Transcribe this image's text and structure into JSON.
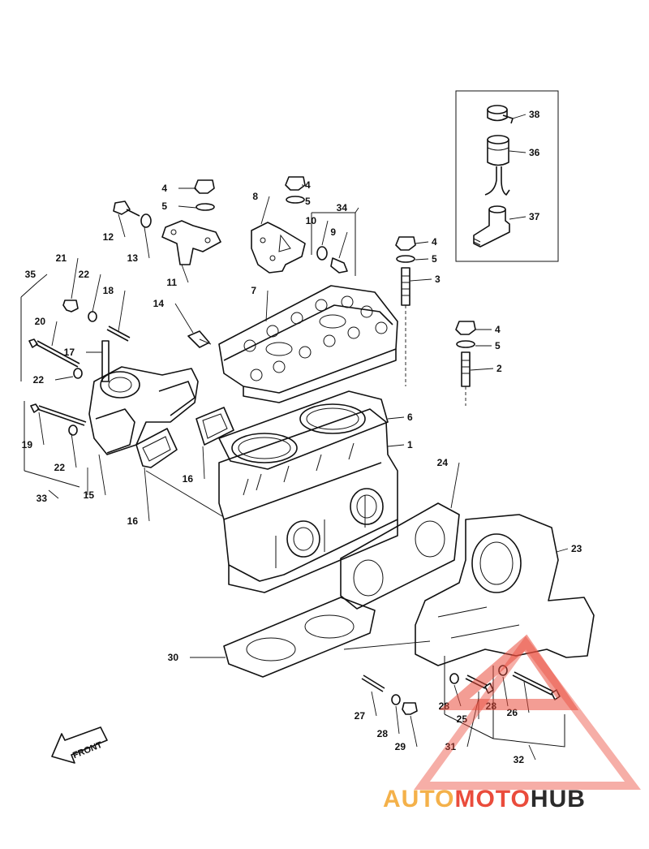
{
  "diagram": {
    "front_label": "FRONT",
    "callouts": [
      {
        "id": "c38",
        "text": "38"
      },
      {
        "id": "c36",
        "text": "36"
      },
      {
        "id": "c37",
        "text": "37"
      },
      {
        "id": "c4a",
        "text": "4"
      },
      {
        "id": "c5a",
        "text": "5"
      },
      {
        "id": "c4b",
        "text": "4"
      },
      {
        "id": "c5b",
        "text": "5"
      },
      {
        "id": "c8",
        "text": "8"
      },
      {
        "id": "c34",
        "text": "34"
      },
      {
        "id": "c10",
        "text": "10"
      },
      {
        "id": "c9",
        "text": "9"
      },
      {
        "id": "c12",
        "text": "12"
      },
      {
        "id": "c13",
        "text": "13"
      },
      {
        "id": "c11",
        "text": "11"
      },
      {
        "id": "c4c",
        "text": "4"
      },
      {
        "id": "c5c",
        "text": "5"
      },
      {
        "id": "c3",
        "text": "3"
      },
      {
        "id": "c7",
        "text": "7"
      },
      {
        "id": "c21",
        "text": "21"
      },
      {
        "id": "c22a",
        "text": "22"
      },
      {
        "id": "c35",
        "text": "35"
      },
      {
        "id": "c18",
        "text": "18"
      },
      {
        "id": "c14",
        "text": "14"
      },
      {
        "id": "c20",
        "text": "20"
      },
      {
        "id": "c17",
        "text": "17"
      },
      {
        "id": "c22b",
        "text": "22"
      },
      {
        "id": "c4d",
        "text": "4"
      },
      {
        "id": "c5d",
        "text": "5"
      },
      {
        "id": "c2",
        "text": "2"
      },
      {
        "id": "c6",
        "text": "6"
      },
      {
        "id": "c1",
        "text": "1"
      },
      {
        "id": "c19",
        "text": "19"
      },
      {
        "id": "c22c",
        "text": "22"
      },
      {
        "id": "c33",
        "text": "33"
      },
      {
        "id": "c15",
        "text": "15"
      },
      {
        "id": "c16a",
        "text": "16"
      },
      {
        "id": "c16b",
        "text": "16"
      },
      {
        "id": "c24",
        "text": "24"
      },
      {
        "id": "c23",
        "text": "23"
      },
      {
        "id": "c30",
        "text": "30"
      },
      {
        "id": "c27",
        "text": "27"
      },
      {
        "id": "c28a",
        "text": "28"
      },
      {
        "id": "c29",
        "text": "29"
      },
      {
        "id": "c28b",
        "text": "28"
      },
      {
        "id": "c25",
        "text": "25"
      },
      {
        "id": "c31",
        "text": "31"
      },
      {
        "id": "c28c",
        "text": "28"
      },
      {
        "id": "c26",
        "text": "26"
      },
      {
        "id": "c32",
        "text": "32"
      }
    ]
  },
  "watermark": {
    "part1": "AUTO",
    "part2": "MOTO",
    "part3": "HUB"
  },
  "colors": {
    "watermark_red": "#ea4c3c",
    "watermark_orange": "#f4b14a",
    "watermark_dark": "#2b2b2b",
    "line": "#111111"
  }
}
